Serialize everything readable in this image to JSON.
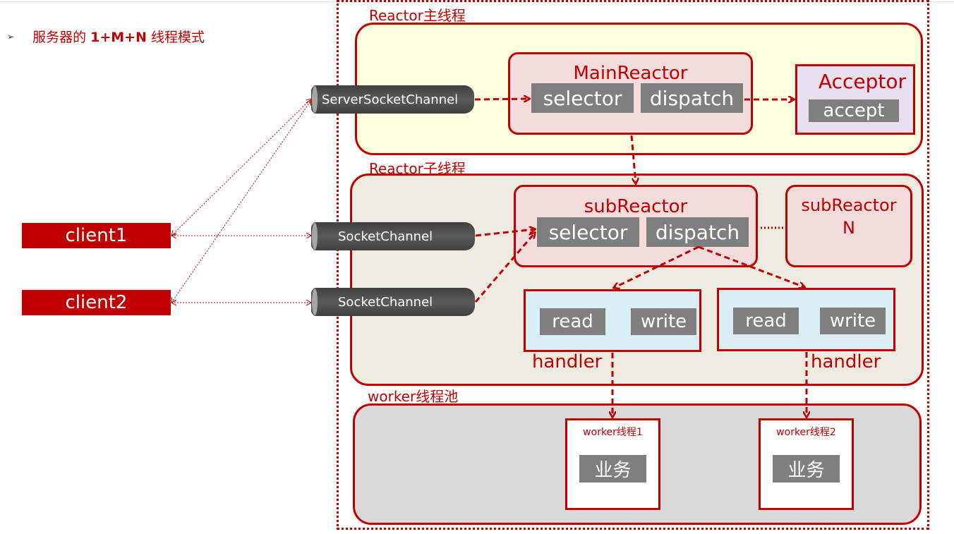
{
  "title": {
    "bullet": "➢",
    "prefix": "服务器的 ",
    "bold": "1+M+N",
    "suffix": " 线程模式"
  },
  "sections": {
    "main": "Reactor主线程",
    "sub": "Reactor子线程",
    "worker": "worker线程池"
  },
  "main_reactor": {
    "label": "MainReactor",
    "selector": "selector",
    "dispatch": "dispatch"
  },
  "acceptor": {
    "label": "Acceptor",
    "accept": "accept"
  },
  "sub_reactor": {
    "label": "subReactor",
    "selector": "selector",
    "dispatch": "dispatch"
  },
  "sub_reactor_n": {
    "label": "subReactor",
    "n": "N"
  },
  "handlers": [
    {
      "read": "read",
      "write": "write",
      "label": "handler"
    },
    {
      "read": "read",
      "write": "write",
      "label": "handler"
    }
  ],
  "workers": [
    {
      "label": "worker线程1",
      "task": "业务"
    },
    {
      "label": "worker线程2",
      "task": "业务"
    }
  ],
  "clients": [
    "client1",
    "client2"
  ],
  "channels": [
    "ServerSocketChannel",
    "SocketChannel",
    "SocketChannel"
  ],
  "colors": {
    "accent": "#c00000",
    "main_region_bg": "#fffde0",
    "sub_region_bg": "#efebe1",
    "worker_region_bg": "#d9d9d9",
    "box_gray": "#7f7f7f"
  }
}
